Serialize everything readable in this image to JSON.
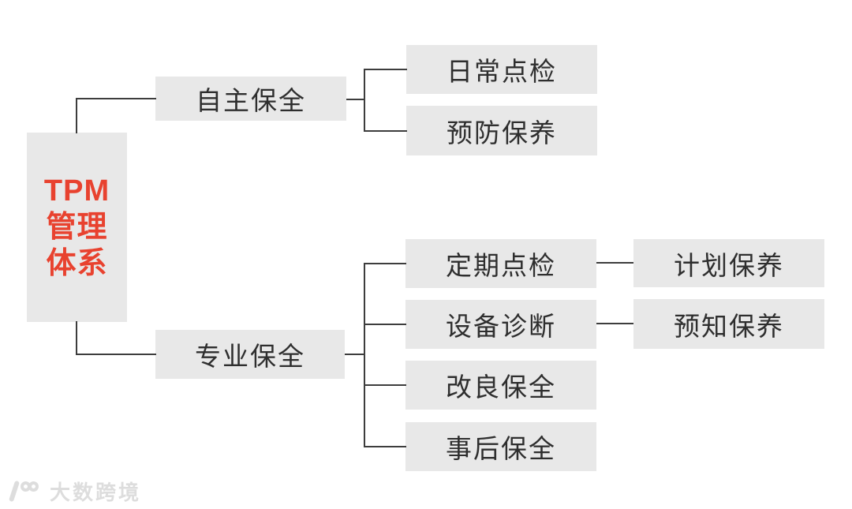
{
  "diagram": {
    "title_semantic": "TPM management system tree diagram",
    "root": {
      "lines": [
        "TPM",
        "管理",
        "体系"
      ]
    },
    "level1": [
      {
        "label": "自主保全"
      },
      {
        "label": "专业保全"
      }
    ],
    "autonomous_children": [
      {
        "label": "日常点检"
      },
      {
        "label": "预防保养"
      }
    ],
    "professional_children": [
      {
        "label": "定期点检"
      },
      {
        "label": "设备诊断"
      },
      {
        "label": "改良保全"
      },
      {
        "label": "事后保全"
      }
    ],
    "tertiary": [
      {
        "label": "计划保养"
      },
      {
        "label": "预知保养"
      }
    ],
    "colors": {
      "node_bg": "#e8e8e8",
      "node_text": "#2e2e2e",
      "root_text": "#e8422f",
      "line": "#3d3d3d",
      "background": "#ffffff"
    }
  },
  "watermark": {
    "logo": "100",
    "text": "大数跨境"
  }
}
